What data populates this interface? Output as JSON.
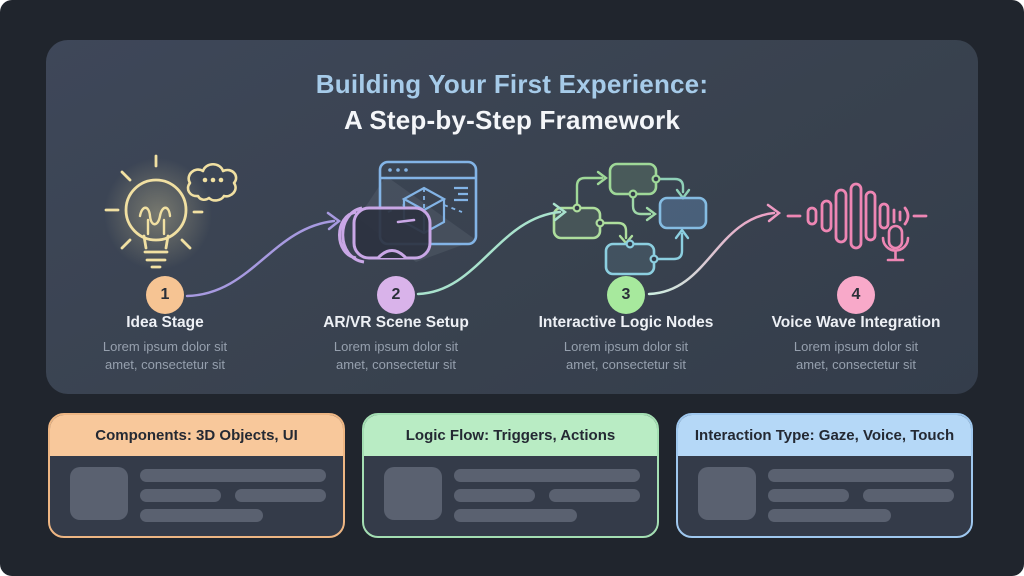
{
  "title": {
    "line1": "Building Your First Experience:",
    "line2": "A Step-by-Step Framework"
  },
  "steps": [
    {
      "number": "1",
      "label": "Idea Stage",
      "desc_line1": "Lorem ipsum dolor sit",
      "desc_line2": "amet, consectetur sit",
      "badge_color": "#f6c493",
      "icon": "lightbulb-idea"
    },
    {
      "number": "2",
      "label": "AR/VR Scene Setup",
      "desc_line1": "Lorem ipsum dolor sit",
      "desc_line2": "amet, consectetur sit",
      "badge_color": "#d9b3ea",
      "icon": "vr-headset-scene"
    },
    {
      "number": "3",
      "label": "Interactive Logic Nodes",
      "desc_line1": "Lorem ipsum dolor sit",
      "desc_line2": "amet, consectetur sit",
      "badge_color": "#a7e99d",
      "icon": "logic-flow-nodes"
    },
    {
      "number": "4",
      "label": "Voice Wave Integration",
      "desc_line1": "Lorem ipsum dolor sit",
      "desc_line2": "amet, consectetur sit",
      "badge_color": "#f8a9c9",
      "icon": "voice-wave-mic"
    }
  ],
  "cards": [
    {
      "title": "Components: 3D Objects, UI",
      "accent": "#f8c89b",
      "border": "#eeb683"
    },
    {
      "title": "Logic Flow: Triggers, Actions",
      "accent": "#b9ecc4",
      "border": "#a4dfb3"
    },
    {
      "title": "Interaction Type: Gaze, Voice, Touch",
      "accent": "#b5d8f7",
      "border": "#9fc8ef"
    }
  ],
  "colors": {
    "page_background": "#20252d",
    "panel_background": "#3a4353",
    "title_blue": "#a6cbe9",
    "title_white": "#f4f6f9",
    "desc_gray": "#96a0ae",
    "connector_purple": "#a79ae0",
    "connector_teal": "#a9e2cd",
    "connector_pink": "#ee9ac2",
    "bulb_yellow": "#f1e0a2",
    "window_blue": "#83b4e6",
    "headset_purple": "#c9a7e6",
    "node_green": "#9fd898",
    "node_blue": "#85bce2",
    "wave_pink": "#ee86b4"
  }
}
